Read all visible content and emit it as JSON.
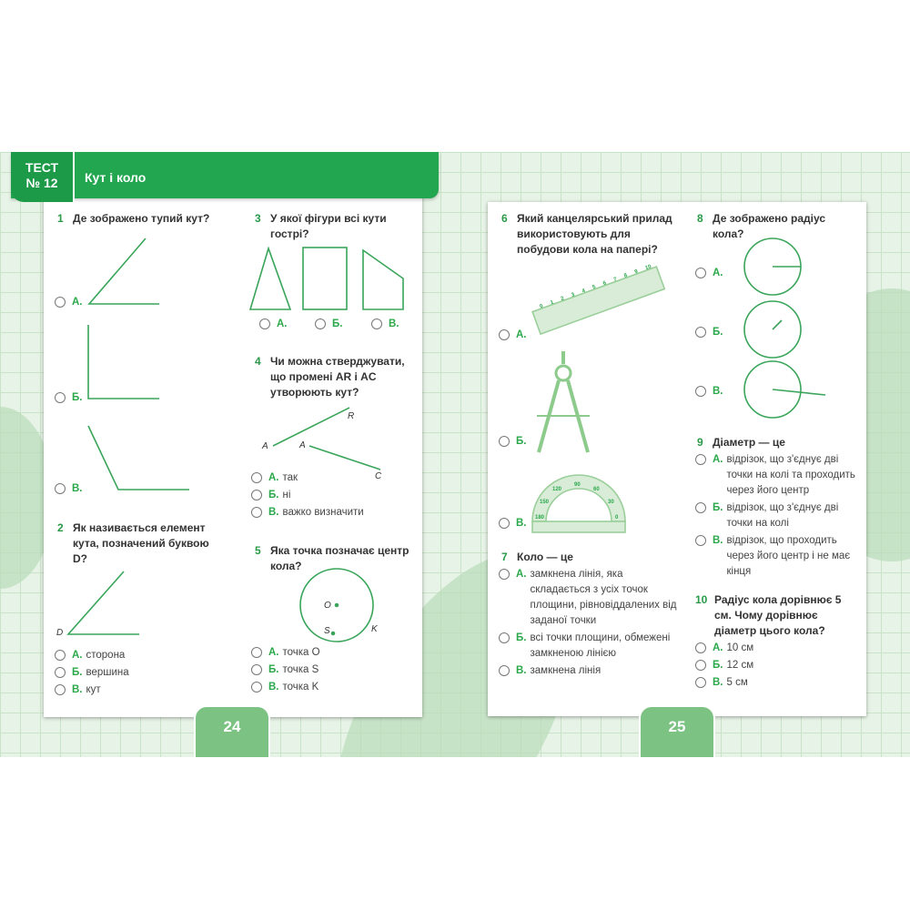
{
  "header": {
    "test_label": "ТЕСТ",
    "test_number": "№ 12",
    "title": "Кут і коло"
  },
  "pages": {
    "left": "24",
    "right": "25"
  },
  "q1": {
    "num": "1",
    "text": "Де зображено тупий кут?",
    "options": [
      {
        "l": "А.",
        "t": ""
      },
      {
        "l": "Б.",
        "t": ""
      },
      {
        "l": "В.",
        "t": ""
      }
    ]
  },
  "q2": {
    "num": "2",
    "text": "Як називається елемент кута, позначений буквою D?",
    "label_d": "D",
    "options": [
      {
        "l": "А.",
        "t": "сторона"
      },
      {
        "l": "Б.",
        "t": "вершина"
      },
      {
        "l": "В.",
        "t": "кут"
      }
    ]
  },
  "q3": {
    "num": "3",
    "text": "У якої фігури всі кути гострі?",
    "options": [
      {
        "l": "А.",
        "t": ""
      },
      {
        "l": "Б.",
        "t": ""
      },
      {
        "l": "В.",
        "t": ""
      }
    ]
  },
  "q4": {
    "num": "4",
    "text": "Чи можна стверджувати, що промені AR і AC утворюють кут?",
    "labels": {
      "a1": "A",
      "a2": "A",
      "r": "R",
      "c": "C"
    },
    "options": [
      {
        "l": "А.",
        "t": "так"
      },
      {
        "l": "Б.",
        "t": "ні"
      },
      {
        "l": "В.",
        "t": "важко визначити"
      }
    ]
  },
  "q5": {
    "num": "5",
    "text": "Яка точка позначає центр кола?",
    "labels": {
      "o": "O",
      "s": "S",
      "k": "K"
    },
    "options": [
      {
        "l": "А.",
        "t": "точка O"
      },
      {
        "l": "Б.",
        "t": "точка S"
      },
      {
        "l": "В.",
        "t": "точка K"
      }
    ]
  },
  "q6": {
    "num": "6",
    "text": "Який канцелярський прилад використовують для побудови кола на папері?",
    "ruler_marks": [
      "0",
      "1",
      "2",
      "3",
      "4",
      "5",
      "6",
      "7",
      "8",
      "9",
      "10"
    ],
    "protractor_marks": [
      "180",
      "150",
      "120",
      "90",
      "60",
      "30",
      "0"
    ],
    "options": [
      {
        "l": "А.",
        "t": ""
      },
      {
        "l": "Б.",
        "t": ""
      },
      {
        "l": "В.",
        "t": ""
      }
    ]
  },
  "q7": {
    "num": "7",
    "text": "Коло — це",
    "options": [
      {
        "l": "А.",
        "t": "замкнена лінія, яка складається з усіх точок площини, рівновіддалених від заданої точки"
      },
      {
        "l": "Б.",
        "t": "всі точки площини, обмежені замкненою лінією"
      },
      {
        "l": "В.",
        "t": "замкнена лінія"
      }
    ]
  },
  "q8": {
    "num": "8",
    "text": "Де зображено радіус кола?",
    "options": [
      {
        "l": "А.",
        "t": ""
      },
      {
        "l": "Б.",
        "t": ""
      },
      {
        "l": "В.",
        "t": ""
      }
    ]
  },
  "q9": {
    "num": "9",
    "text": "Діаметр — це",
    "options": [
      {
        "l": "А.",
        "t": "відрізок, що з'єднує дві точки на колі та проходить через його центр"
      },
      {
        "l": "Б.",
        "t": "відрізок, що з'єднує дві точки на колі"
      },
      {
        "l": "В.",
        "t": "відрізок, що проходить через його центр і не має кінця"
      }
    ]
  },
  "q10": {
    "num": "10",
    "text": "Радіус кола дорівнює 5 см. Чому дорівнює діаметр цього кола?",
    "options": [
      {
        "l": "А.",
        "t": "10 см"
      },
      {
        "l": "Б.",
        "t": "12 см"
      },
      {
        "l": "В.",
        "t": "5 см"
      }
    ]
  },
  "colors": {
    "header": "#22a650",
    "page_tab": "#7cc383",
    "accent": "#2aa84a"
  }
}
